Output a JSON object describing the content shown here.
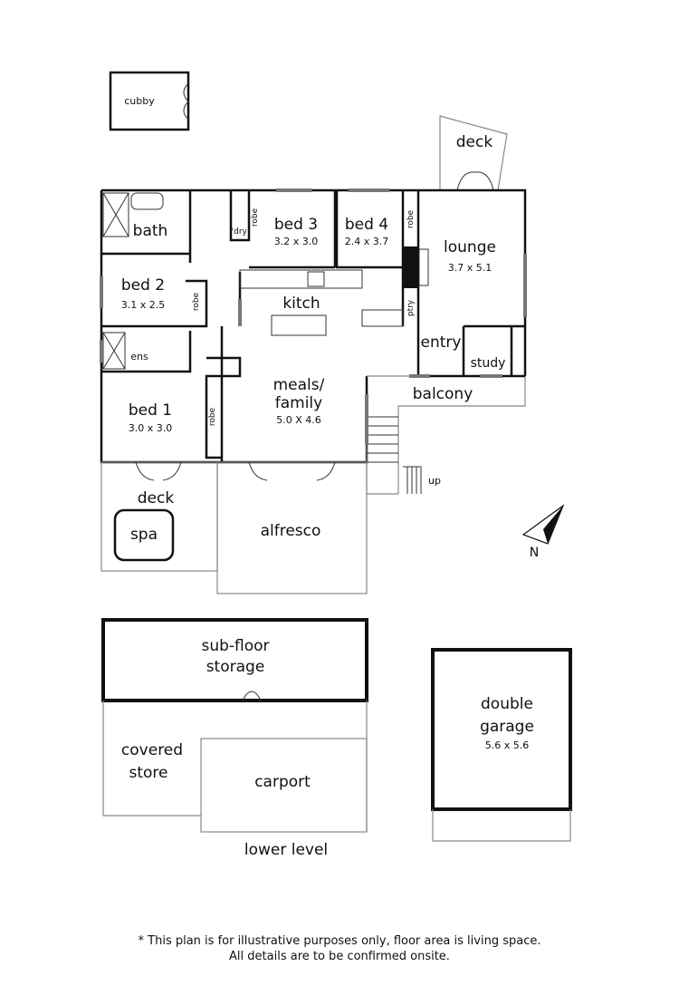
{
  "rooms": {
    "cubby": "cubby",
    "deck_top": "deck",
    "bath": "bath",
    "ldry": "l'dry",
    "bed3": "bed 3",
    "bed3_dim": "3.2 x 3.0",
    "bed4": "bed 4",
    "bed4_dim": "2.4 x 3.7",
    "robe": "robe",
    "lounge": "lounge",
    "lounge_dim": "3.7 x 5.1",
    "bed2": "bed 2",
    "bed2_dim": "3.1 x 2.5",
    "kitch": "kitch",
    "ptry": "ptry",
    "entry": "entry",
    "study": "study",
    "ens": "ens",
    "balcony": "balcony",
    "meals": "meals/",
    "family": "family",
    "meals_dim": "5.0 X 4.6",
    "bed1": "bed 1",
    "bed1_dim": "3.0 x 3.0",
    "up": "up",
    "deck_lower": "deck",
    "spa": "spa",
    "alfresco": "alfresco",
    "north": "N",
    "subfloor_1": "sub-floor",
    "subfloor_2": "storage",
    "covered_1": "covered",
    "covered_2": "store",
    "carport": "carport",
    "garage_1": "double",
    "garage_2": "garage",
    "garage_dim": "5.6 x 5.6",
    "lower_level": "lower level"
  },
  "footer": {
    "line1": "* This plan is for illustrative purposes only, floor area is living space.",
    "line2": "All details are to be confirmed onsite."
  }
}
